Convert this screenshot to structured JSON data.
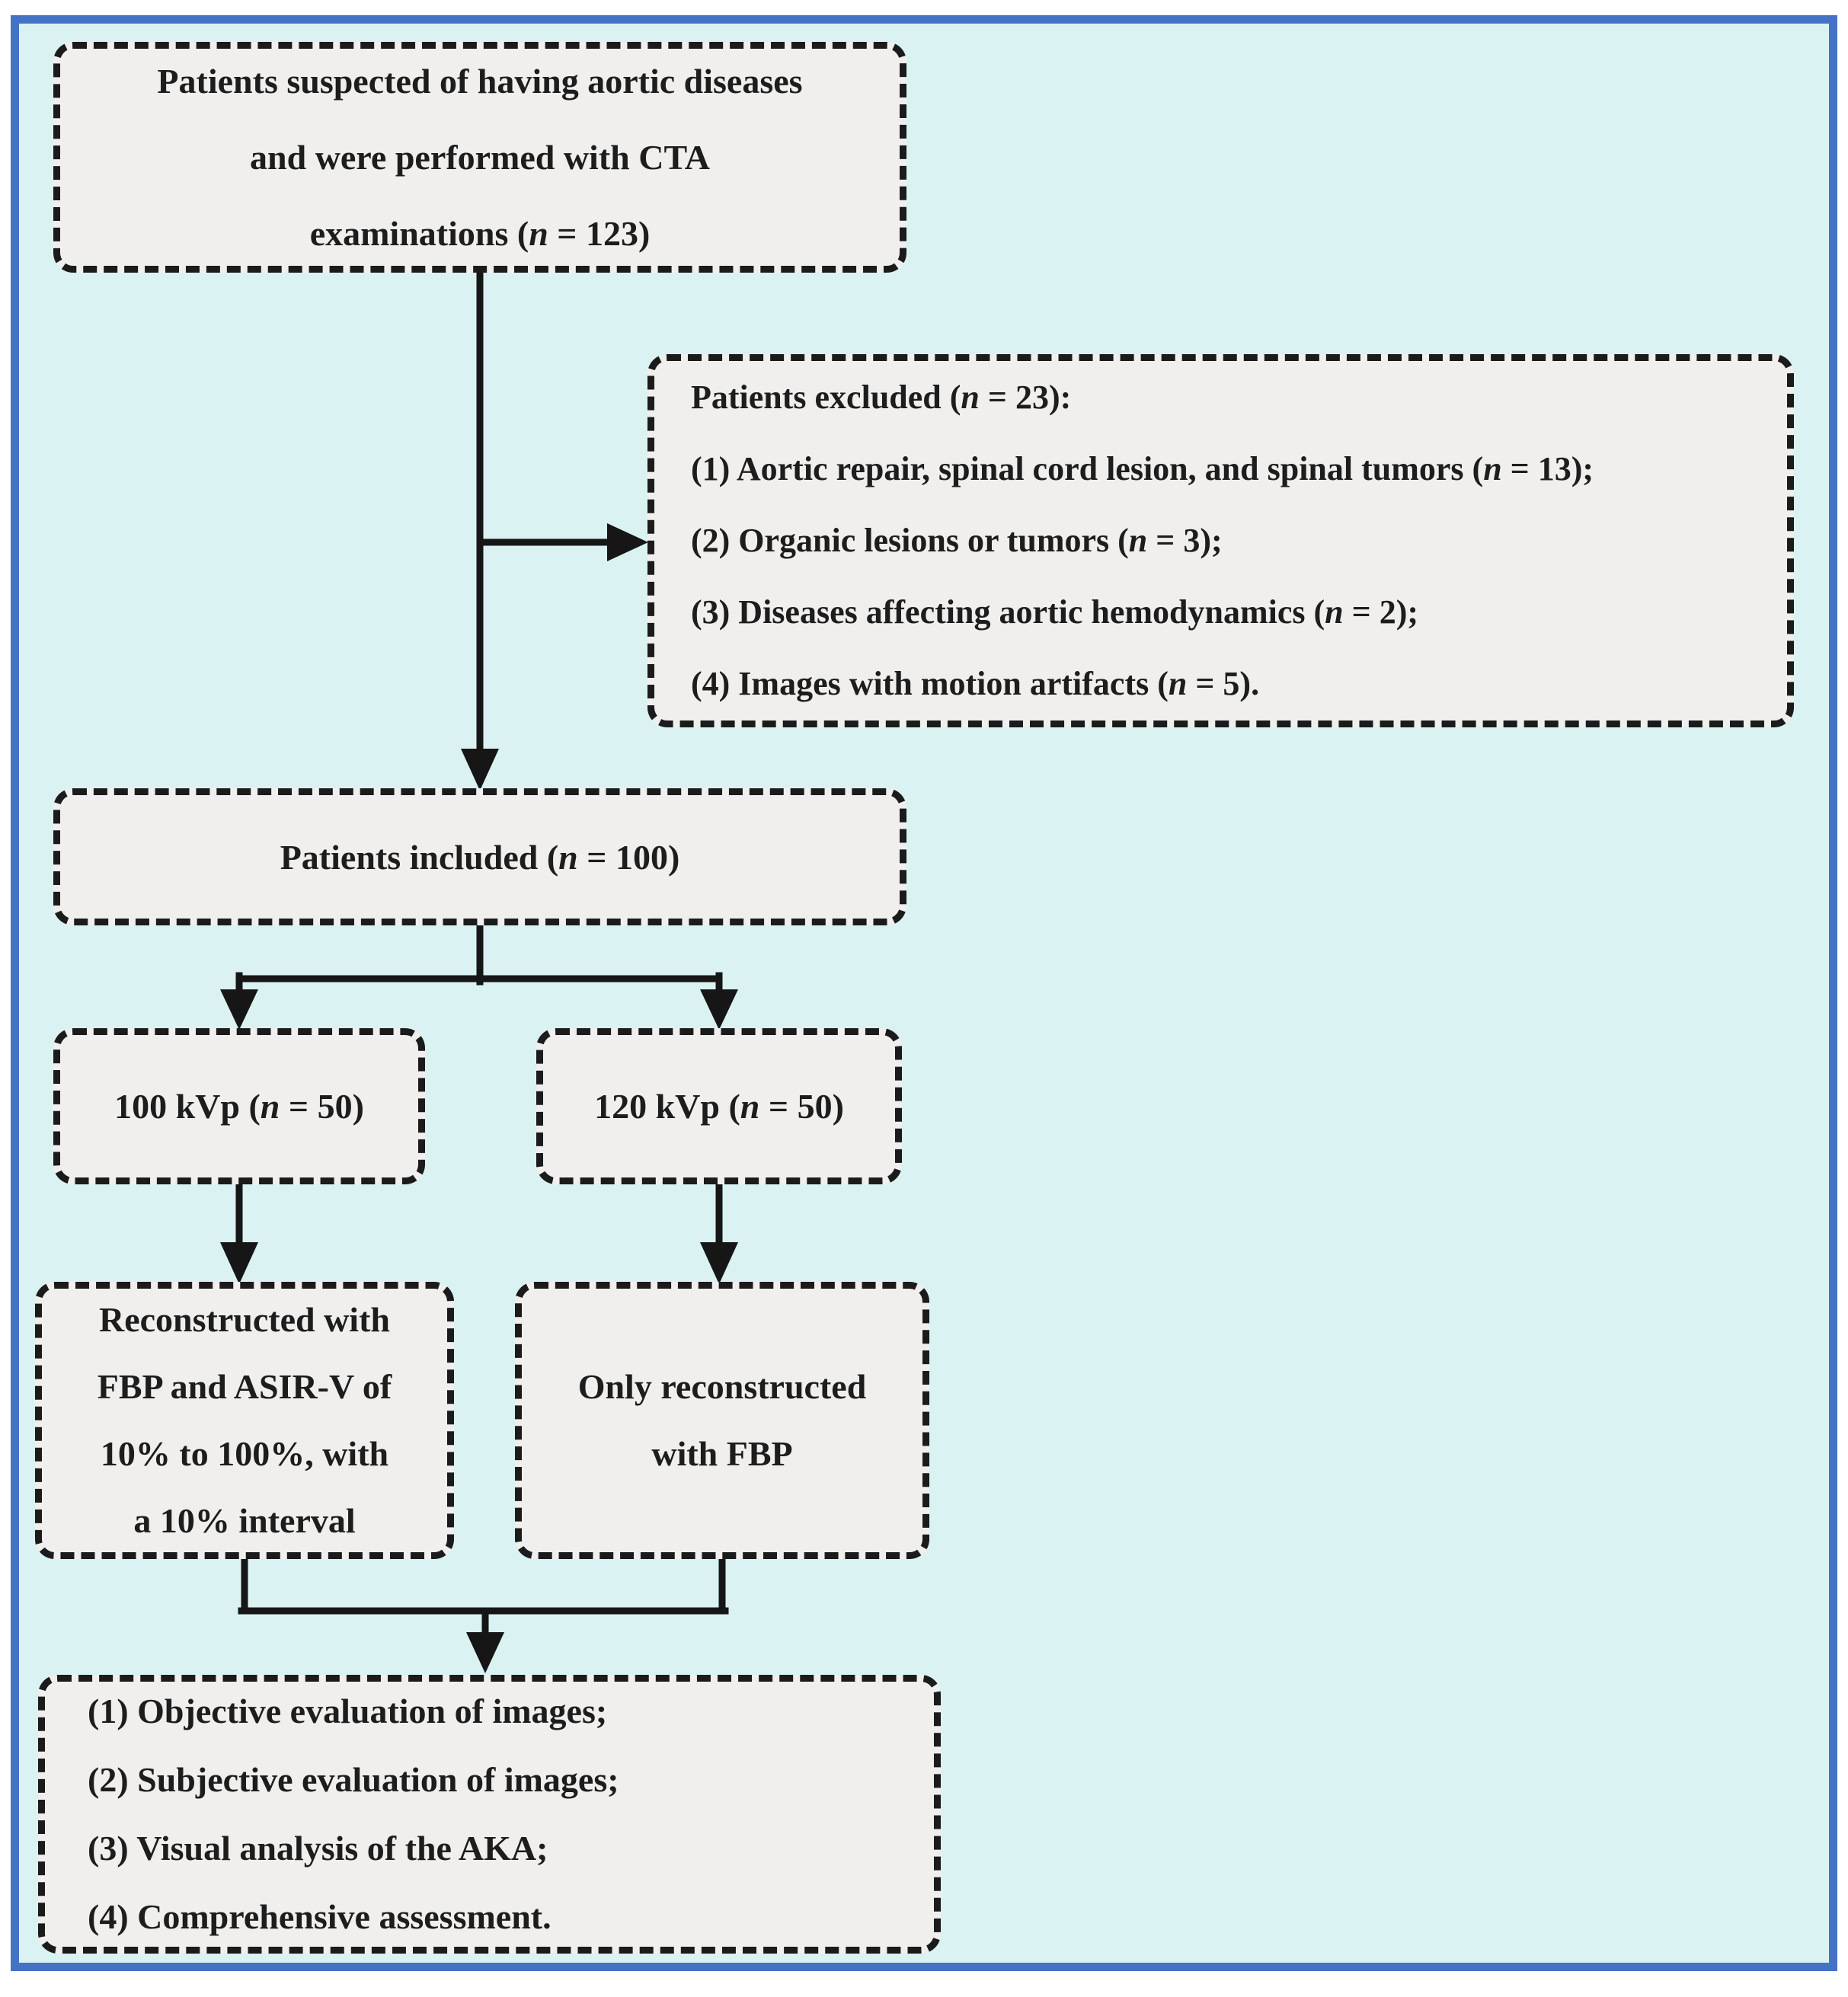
{
  "diagram": {
    "type": "flowchart",
    "colors": {
      "frame_blue": "#4472c4",
      "background_cyan": "#daf2f2",
      "node_fill": "#f0efed",
      "node_border": "#1b1b1b",
      "arrow_black": "#161616"
    },
    "nodes": {
      "suspected": {
        "lines": [
          "Patients suspected of having aortic diseases",
          "and were performed with CTA",
          "examinations (n = 123)"
        ]
      },
      "excluded": {
        "lines": [
          "Patients excluded (n = 23):",
          "(1) Aortic repair, spinal cord lesion, and spinal tumors (n = 13);",
          "(2) Organic lesions or tumors (n = 3);",
          "(3) Diseases affecting aortic hemodynamics (n = 2);",
          "(4) Images with motion artifacts (n = 5)."
        ]
      },
      "included": {
        "text": "Patients included (n = 100)"
      },
      "kvp_100": {
        "text": "100 kVp (n = 50)"
      },
      "kvp_120": {
        "text": "120 kVp (n = 50)"
      },
      "recon_asirv": {
        "lines": [
          "Reconstructed with",
          "FBP and ASIR-V of",
          "10% to 100%, with",
          "a 10% interval"
        ]
      },
      "recon_fbp": {
        "lines": [
          "Only reconstructed",
          "with FBP"
        ]
      },
      "evaluation": {
        "lines": [
          "(1) Objective evaluation of images;",
          "(2) Subjective evaluation of images;",
          "(3) Visual analysis of the AKA;",
          "(4) Comprehensive assessment."
        ]
      }
    }
  }
}
